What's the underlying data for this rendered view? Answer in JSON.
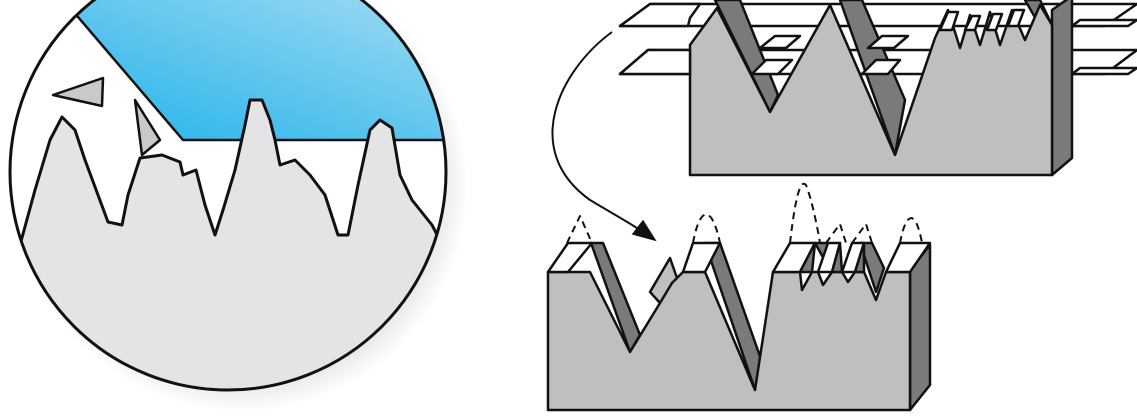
{
  "colors": {
    "background": "#ffffff",
    "outline": "#111111",
    "surface_front": "#bfbfbf",
    "surface_dark": "#7a7a7a",
    "surface_light": "#dedede",
    "peak_top": "#ffffff",
    "circle_body": "#e4e4e6",
    "tool_blue_light": "#a6dcf3",
    "tool_blue_dark": "#1fb2ea",
    "debris": "#c9c9c9",
    "shadow": "#9a9a9a"
  },
  "figure": {
    "panels": [
      {
        "id": "magnified-view",
        "description_icon": "magnifier-circle"
      },
      {
        "id": "surface-before",
        "description_icon": "rough-block-with-plates"
      },
      {
        "id": "surface-after",
        "description_icon": "worn-block-with-dashed-peaks"
      }
    ],
    "arrow_icon": "curved-arrow-icon"
  }
}
